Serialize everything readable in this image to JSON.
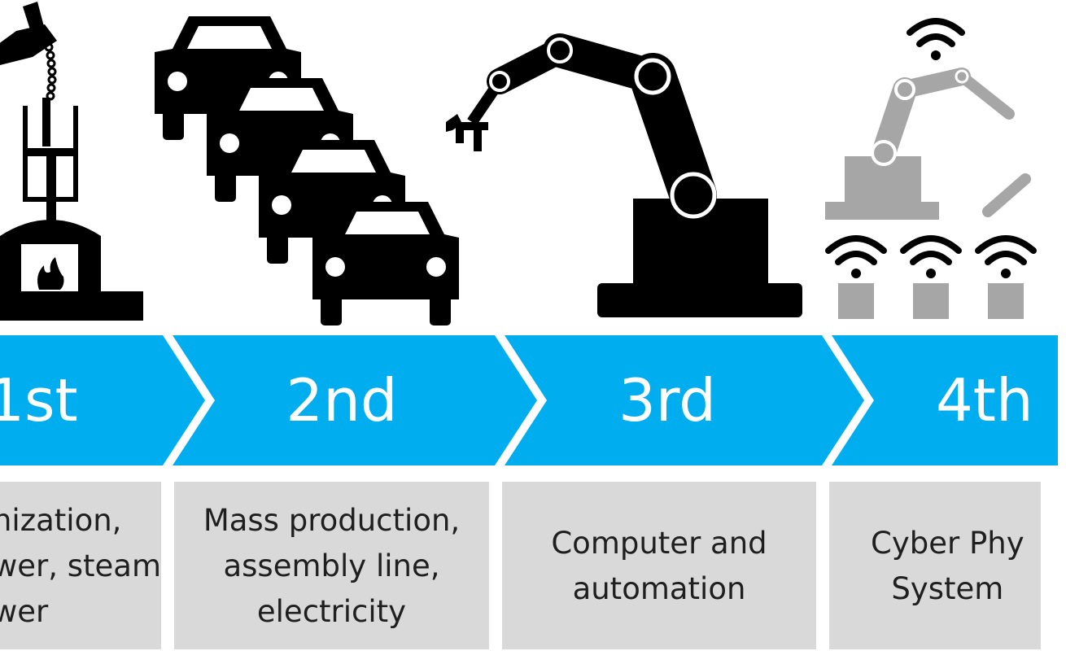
{
  "stages": [
    {
      "label": "1st",
      "visible_label": "1st",
      "description": "nization,\nwer, steam\nwer",
      "icon": "steam-engine-icon"
    },
    {
      "label": "2nd",
      "visible_label": "2nd",
      "description": "Mass production,\nassembly line,\nelectricity",
      "icon": "cars-assembly-icon"
    },
    {
      "label": "3rd",
      "visible_label": "3rd",
      "description": "Computer and\nautomation",
      "icon": "robot-arm-icon"
    },
    {
      "label": "4th",
      "visible_label": "4th",
      "description": "Cyber Phy\nSystem",
      "icon": "connected-robots-icon"
    }
  ],
  "colors": {
    "arrow_fill": "#00aeef",
    "arrow_divider": "#ffffff",
    "desc_box": "#d9d9d9",
    "icon_dark": "#000000",
    "icon_grey": "#a6a6a6"
  }
}
